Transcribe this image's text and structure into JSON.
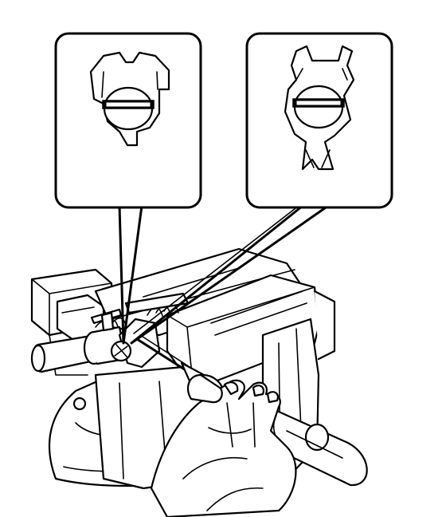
{
  "figure": {
    "background": "#ffffff",
    "ink": "#000000",
    "parts": [
      "bench-vise",
      "lock-cylinder",
      "screwdriver",
      "hand",
      "detail-callout-left",
      "detail-callout-right"
    ]
  }
}
